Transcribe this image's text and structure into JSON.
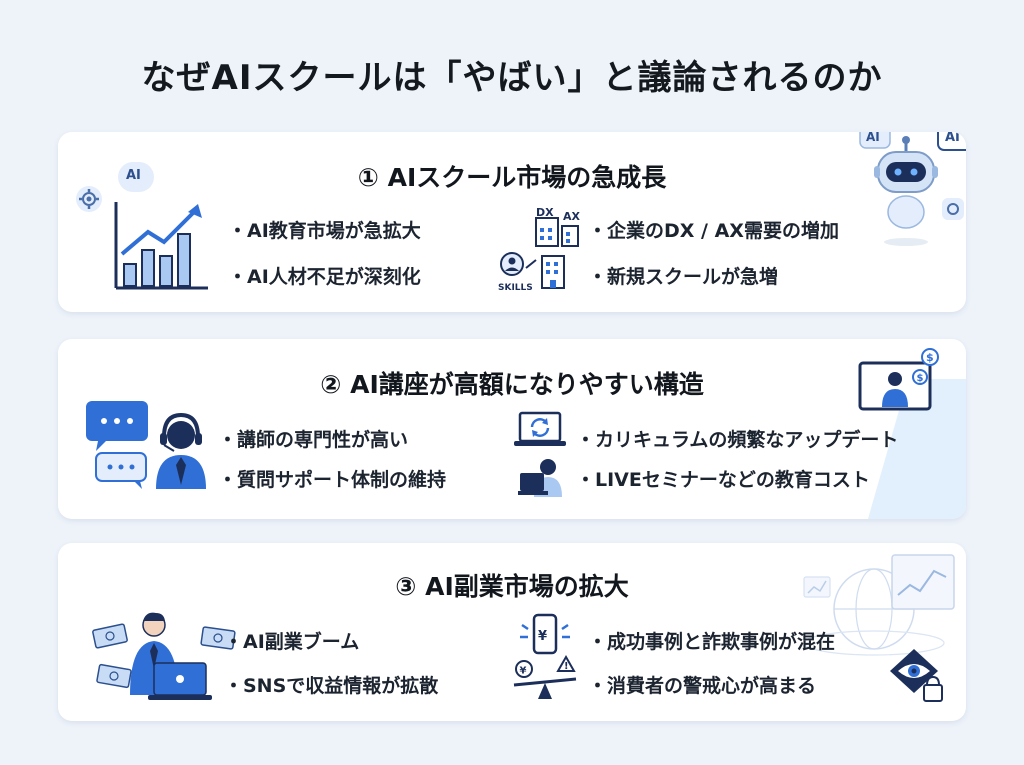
{
  "title": "なぜAIスクールは「やばい」と議論されるのか",
  "colors": {
    "accent": "#2f6fd6",
    "dark": "#1c2f5a",
    "light": "#d8e6fa"
  },
  "sections": [
    {
      "title": "① AIスクール市場の急成長",
      "bullets": [
        "・AI教育市場が急拡大",
        "・AI人材不足が深刻化",
        "・企業のDX / AX需要の増加",
        "・新規スクールが急増"
      ],
      "icon_labels": {
        "ai": "AI",
        "dx": "DX",
        "ax": "AX",
        "skills": "SKILLS",
        "robot_ai_1": "AI",
        "robot_ai_2": "AI"
      },
      "icons": [
        "growth-chart-icon",
        "gear-icon",
        "ai-bubble-icon",
        "dx-ax-building-icon",
        "skills-person-icon",
        "robot-icon"
      ]
    },
    {
      "title": "② AI講座が高額になりやすい構造",
      "bullets": [
        "・講師の専門性が高い",
        "・質問サポート体制の維持",
        "・カリキュラムの頻繁なアップデート",
        "・LIVEセミナーなどの教育コスト"
      ],
      "icons": [
        "chat-bubbles-icon",
        "headset-person-icon",
        "laptop-refresh-icon",
        "person-laptop-icon",
        "video-presenter-icon"
      ]
    },
    {
      "title": "③ AI副業市場の拡大",
      "bullets": [
        "・AI副業ブーム",
        "・SNSで収益情報が拡散",
        "・成功事例と詐欺事例が混在",
        "・消費者の警戒心が高まる"
      ],
      "icons": [
        "businessman-money-icon",
        "phone-yen-scale-icon",
        "eye-lock-icon",
        "globe-dashboard-icon"
      ]
    }
  ]
}
